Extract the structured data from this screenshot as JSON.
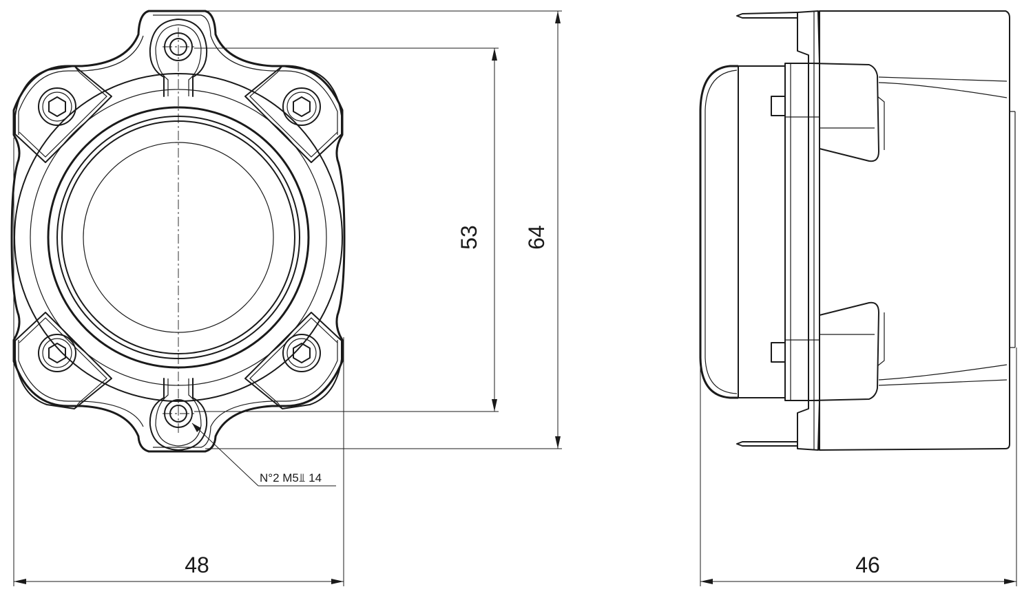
{
  "dimensions": {
    "front_width": "48",
    "bolt_spacing": "53",
    "overall_height": "64",
    "side_depth": "46"
  },
  "callout": {
    "hole_spec": "N°2 M5⫫ 14"
  }
}
